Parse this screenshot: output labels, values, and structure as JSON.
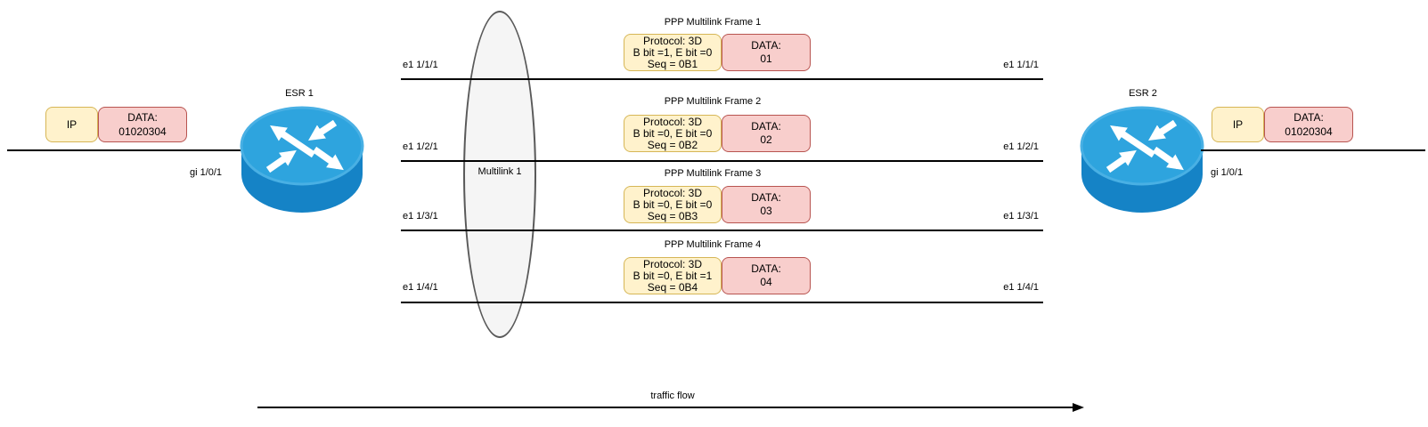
{
  "left": {
    "router_name": "ESR 1",
    "interface_label": "gi 1/0/1",
    "packet": {
      "header": "IP",
      "data_title": "DATA:",
      "data_value": "01020304"
    }
  },
  "right": {
    "router_name": "ESR 2",
    "interface_label": "gi 1/0/1",
    "packet": {
      "header": "IP",
      "data_title": "DATA:",
      "data_value": "01020304"
    }
  },
  "multilink": {
    "label": "Multilink 1"
  },
  "links": [
    {
      "left_label": "e1 1/1/1",
      "right_label": "e1 1/1/1"
    },
    {
      "left_label": "e1 1/2/1",
      "right_label": "e1 1/2/1"
    },
    {
      "left_label": "e1 1/3/1",
      "right_label": "e1 1/3/1"
    },
    {
      "left_label": "e1 1/4/1",
      "right_label": "e1 1/4/1"
    }
  ],
  "frames": [
    {
      "title": "PPP Multilink Frame 1",
      "protocol": [
        "Protocol: 3D",
        "B bit =1, E bit =0",
        "Seq = 0B1"
      ],
      "data_title": "DATA:",
      "data_value": "01"
    },
    {
      "title": "PPP Multilink Frame 2",
      "protocol": [
        "Protocol: 3D",
        "B bit =0, E bit =0",
        "Seq = 0B2"
      ],
      "data_title": "DATA:",
      "data_value": "02"
    },
    {
      "title": "PPP Multilink Frame 3",
      "protocol": [
        "Protocol: 3D",
        "B bit =0, E bit =0",
        "Seq = 0B3"
      ],
      "data_title": "DATA:",
      "data_value": "03"
    },
    {
      "title": "PPP Multilink Frame 4",
      "protocol": [
        "Protocol: 3D",
        "B bit =0, E bit =1",
        "Seq = 0B4"
      ],
      "data_title": "DATA:",
      "data_value": "04"
    }
  ],
  "traffic_flow_label": "traffic flow",
  "colors": {
    "header_box_fill": "#fff2cc",
    "header_box_border": "#d6b656",
    "data_box_fill": "#f8cecc",
    "data_box_border": "#b85450",
    "router_body": "#1583c6",
    "router_top": "#2ea4de",
    "router_top_ring": "#49b0e4",
    "ellipse_fill": "#f5f5f5",
    "ellipse_border": "#595959",
    "line_color": "#000000"
  }
}
